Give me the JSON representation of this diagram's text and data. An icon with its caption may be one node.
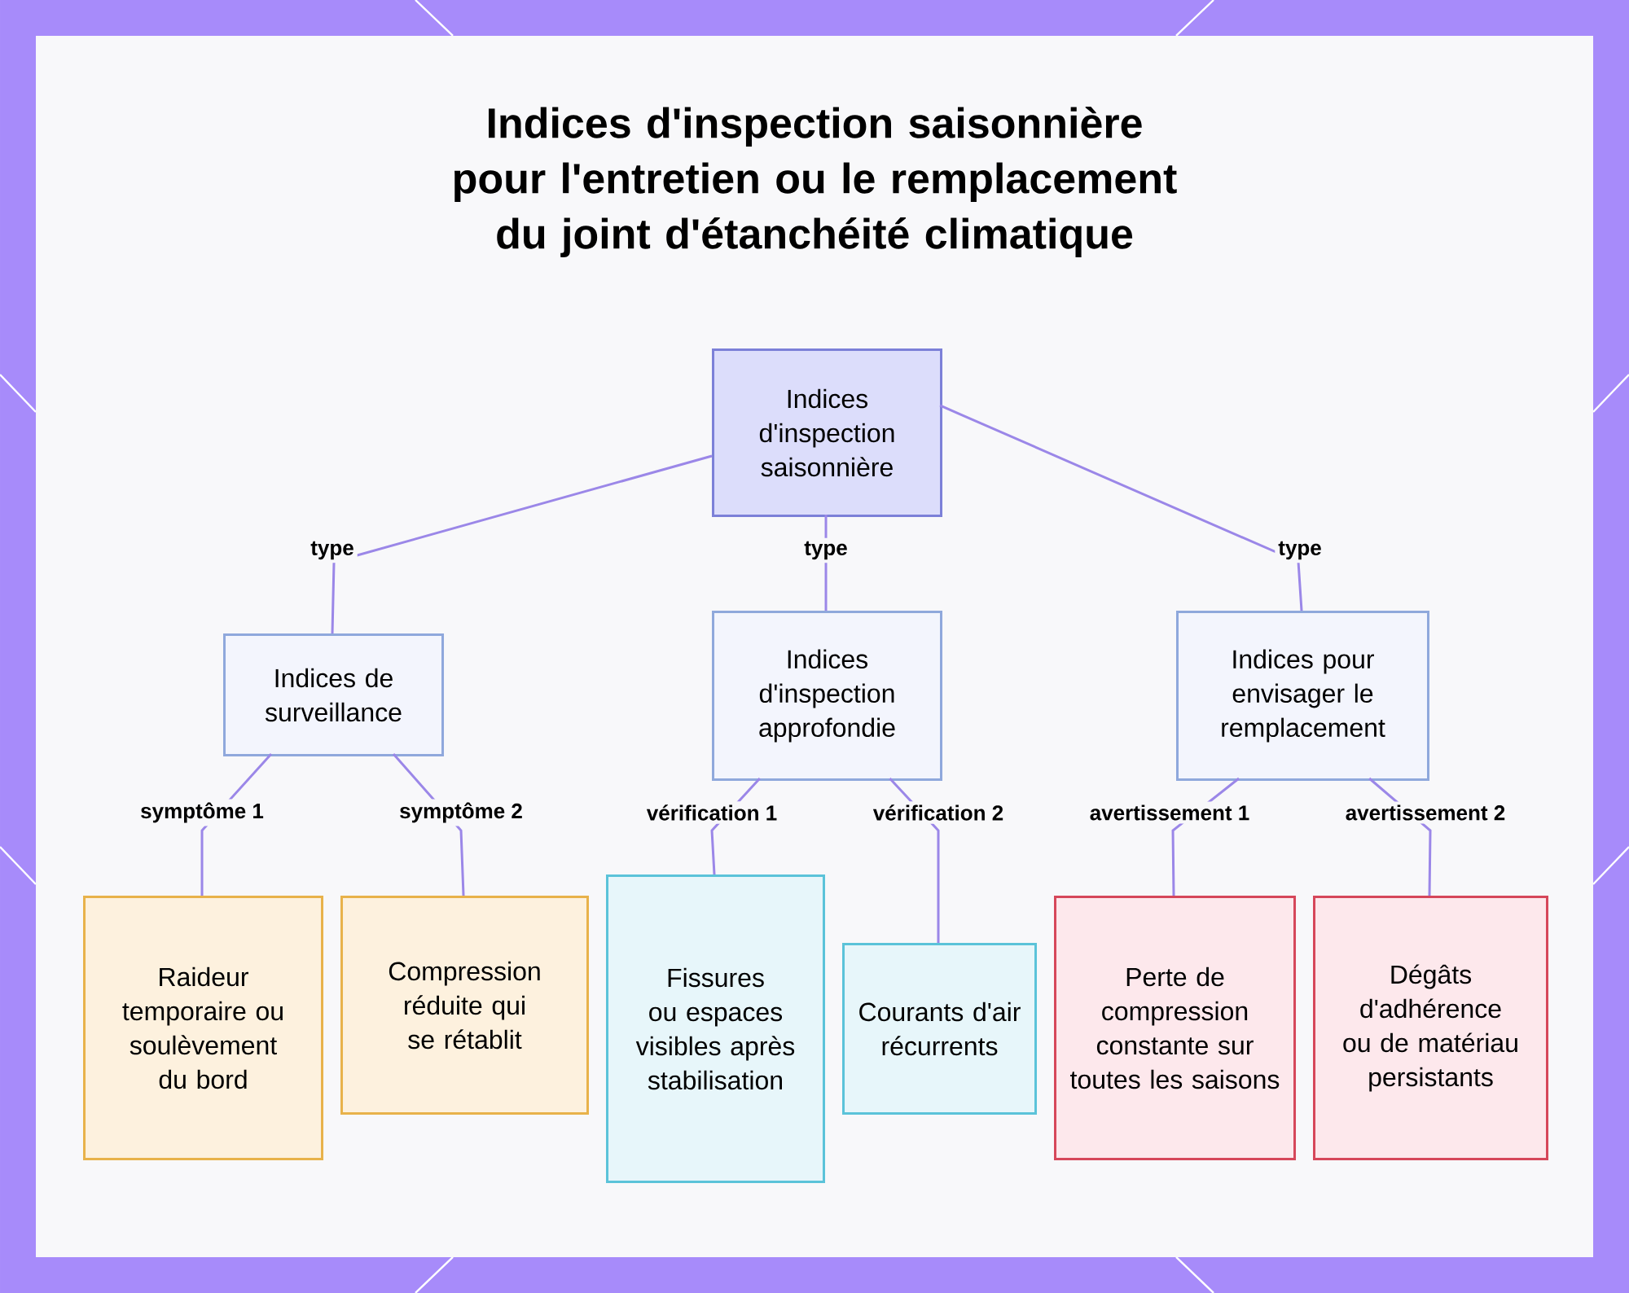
{
  "diagram": {
    "title": "Indices d'inspection saisonnière pour l'entretien ou le remplacement du joint d'étanchéité climatique",
    "nodes": [
      {
        "text": [
          "Indices d'inspection saisonnière"
        ]
      },
      {
        "text": [
          "Indices de surveillance"
        ]
      },
      {
        "text": [
          "Indices d'inspection approfondie"
        ]
      },
      {
        "text": [
          "Indices pour envisager le remplacement"
        ]
      },
      {
        "text": [
          "Raideur temporaire ou soulèvement du bord"
        ]
      },
      {
        "text": [
          "Compression réduite qui se rétablit"
        ]
      },
      {
        "text": [
          "Fissures ou espaces visibles après stabilisation"
        ]
      },
      {
        "text": [
          "Courants d'air récurrents"
        ]
      },
      {
        "text": [
          "Perte de compression constante sur toutes les saisons"
        ]
      },
      {
        "text": [
          "Dégâts d'adhérence ou de matériau persistants"
        ]
      }
    ],
    "edges": [
      {
        "from": 0,
        "to": 1,
        "arrow": "none",
        "label": "type"
      },
      {
        "from": 0,
        "to": 2,
        "arrow": "none",
        "label": "type"
      },
      {
        "from": 0,
        "to": 3,
        "arrow": "none",
        "label": "type"
      },
      {
        "from": 1,
        "to": 4,
        "arrow": "none",
        "label": "symptôme 1"
      },
      {
        "from": 1,
        "to": 5,
        "arrow": "none",
        "label": "symptôme 2"
      },
      {
        "from": 2,
        "to": 6,
        "arrow": "none",
        "label": "vérification 1"
      },
      {
        "from": 2,
        "to": 7,
        "arrow": "none",
        "label": "vérification 2"
      },
      {
        "from": 3,
        "to": 8,
        "arrow": "none",
        "label": "avertissement 1"
      },
      {
        "from": 3,
        "to": 9,
        "arrow": "none",
        "label": "avertissement 2"
      }
    ]
  }
}
